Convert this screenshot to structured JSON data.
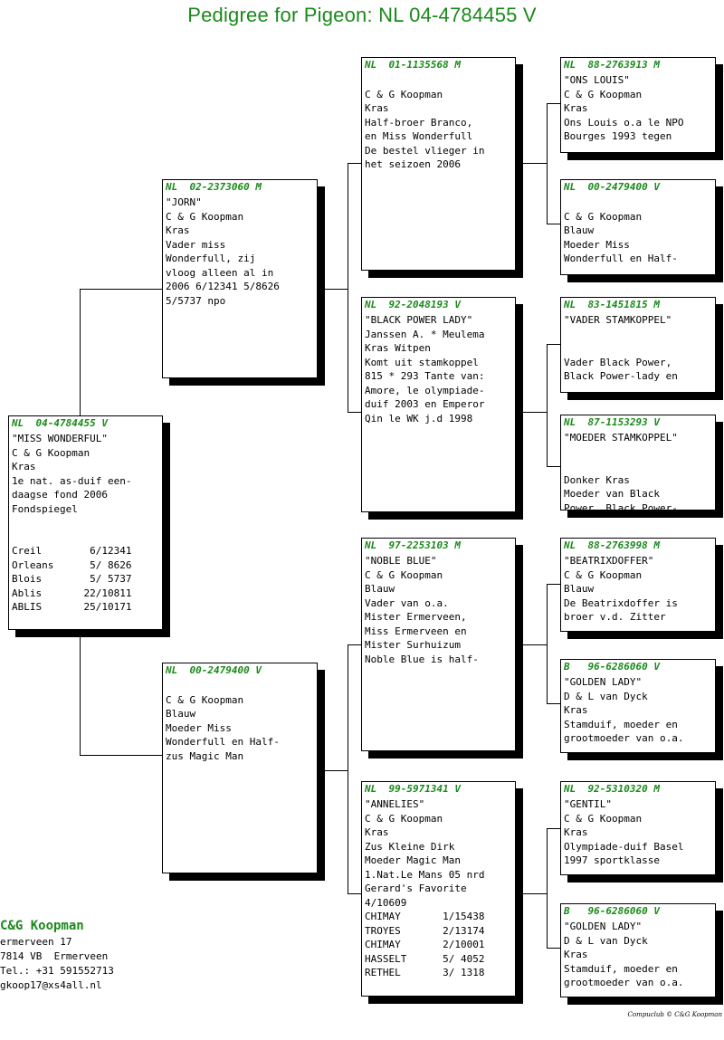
{
  "title": "Pedigree for Pigeon: NL  04-4784455 V",
  "pigeons": [
    {
      "ring": "NL  04-4784455 V",
      "lines": [
        "\"MISS WONDERFUL\"",
        "C & G Koopman",
        "Kras",
        "1e nat. as-duif een-",
        "daagse fond 2006",
        "Fondspiegel",
        "",
        "",
        "Creil        6/12341",
        "Orleans      5/ 8626",
        "Blois        5/ 5737",
        "Ablis       22/10811",
        "ABLIS       25/10171"
      ]
    },
    {
      "ring": "NL  02-2373060 M",
      "lines": [
        "\"JORN\"",
        "C & G Koopman",
        "Kras",
        "Vader miss",
        "Wonderfull, zij",
        "vloog alleen al in",
        "2006 6/12341 5/8626",
        "5/5737 npo"
      ]
    },
    {
      "ring": "NL  00-2479400 V",
      "lines": [
        "",
        "C & G Koopman",
        "Blauw",
        "Moeder Miss",
        "Wonderfull en Half-",
        "zus Magic Man"
      ]
    },
    {
      "ring": "NL  01-1135568 M",
      "lines": [
        "",
        "C & G Koopman",
        "Kras",
        "Half-broer Branco,",
        "en Miss Wonderfull",
        "De bestel vlieger in",
        "het seizoen 2006"
      ]
    },
    {
      "ring": "NL  92-2048193 V",
      "lines": [
        "\"BLACK POWER LADY\"",
        "Janssen A. * Meulema",
        "Kras Witpen",
        "Komt uit stamkoppel",
        "815 * 293 Tante van:",
        "Amore, le olympiade-",
        "duif 2003 en Emperor",
        "Qin le WK j.d 1998"
      ]
    },
    {
      "ring": "NL  97-2253103 M",
      "lines": [
        "\"NOBLE BLUE\"",
        "C & G Koopman",
        "Blauw",
        "Vader van o.a.",
        "Mister Ermerveen,",
        "Miss Ermerveen en",
        "Mister Surhuizum",
        "Noble Blue is half-"
      ]
    },
    {
      "ring": "NL  99-5971341 V",
      "lines": [
        "\"ANNELIES\"",
        "C & G Koopman",
        "Kras",
        "Zus Kleine Dirk",
        "Moeder Magic Man",
        "1.Nat.Le Mans 05 nrd",
        "Gerard's Favorite",
        "4/10609",
        "CHIMAY       1/15438",
        "TROYES       2/13174",
        "CHIMAY       2/10001",
        "HASSELT      5/ 4052",
        "RETHEL       3/ 1318"
      ]
    },
    {
      "ring": "NL  88-2763913 M",
      "lines": [
        "\"ONS LOUIS\"",
        "C & G Koopman",
        "Kras",
        "Ons Louis o.a le NPO",
        "Bourges 1993 tegen"
      ]
    },
    {
      "ring": "NL  00-2479400 V",
      "lines": [
        "",
        "C & G Koopman",
        "Blauw",
        "Moeder Miss",
        "Wonderfull en Half-"
      ]
    },
    {
      "ring": "NL  83-1451815 M",
      "lines": [
        "\"VADER STAMKOPPEL\"",
        "",
        "",
        "Vader Black Power,",
        "Black Power-lady en"
      ]
    },
    {
      "ring": "NL  87-1153293 V",
      "lines": [
        "\"MOEDER STAMKOPPEL\"",
        "",
        "",
        "Donker Kras",
        "Moeder van Black",
        "Power, Black Power-"
      ]
    },
    {
      "ring": "NL  88-2763998 M",
      "lines": [
        "\"BEATRIXDOFFER\"",
        "C & G Koopman",
        "Blauw",
        "De Beatrixdoffer is",
        "broer v.d. Zitter"
      ]
    },
    {
      "ring": "B   96-6286060 V",
      "lines": [
        "\"GOLDEN LADY\"",
        "D & L van Dyck",
        "Kras",
        "Stamduif, moeder en",
        "grootmoeder van o.a."
      ]
    },
    {
      "ring": "NL  92-5310320 M",
      "lines": [
        "\"GENTIL\"",
        "C & G Koopman",
        "Kras",
        "Olympiade-duif Basel",
        "1997 sportklasse"
      ]
    },
    {
      "ring": "B   96-6286060 V",
      "lines": [
        "\"GOLDEN LADY\"",
        "D & L van Dyck",
        "Kras",
        "Stamduif, moeder en",
        "grootmoeder van o.a."
      ]
    }
  ],
  "breeder": {
    "name": "C&G Koopman",
    "lines": [
      "ermerveen 17",
      "7814 VB  Ermerveen",
      "Tel.: +31 591552713",
      "gkoop17@xs4all.nl"
    ]
  },
  "footer": "Compuclub © C&G Koopman",
  "colors": {
    "accent": "#1a8a1a",
    "border": "#000000",
    "background": "#ffffff"
  }
}
